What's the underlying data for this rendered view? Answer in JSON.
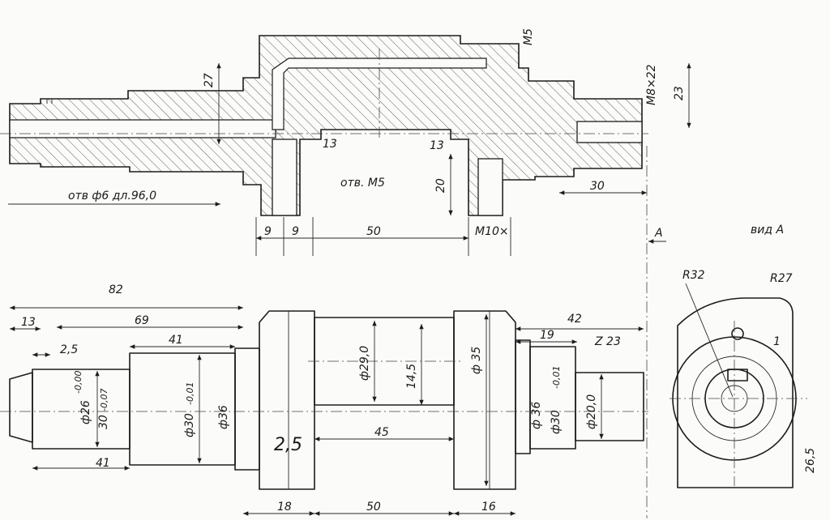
{
  "drawing": {
    "section_view": {
      "thread_right": "M8×22",
      "thread_top": "M5",
      "hole_axial": "отв ф6 дл.96,0",
      "hole_m5": "отв. M5",
      "thread_hole": "M10×",
      "dims": {
        "d27": "27",
        "d23": "23",
        "d13a": "13",
        "d13b": "13",
        "d20": "20",
        "d30": "30",
        "d9a": "9",
        "d9b": "9",
        "d50": "50"
      }
    },
    "section_marker": "A",
    "side_view": {
      "dims": {
        "d82": "82",
        "d69": "69",
        "d13": "13",
        "d2_5": "2,5",
        "d41a": "41",
        "d41b": "41",
        "d42": "42",
        "d19": "19",
        "z23": "Z 23",
        "dia26": "ф26",
        "tol26a": "-0,00",
        "tol26b": "-0,07",
        "dia26b": "30",
        "dia30": "ф30",
        "tol30": "-0,01",
        "dia36a": "ф36",
        "dia29": "ф29,0",
        "len14_5": "14,5",
        "dia35": "ф 35",
        "dia36b": "ф 36",
        "dia30b": "ф30",
        "tol30b": "-0,01",
        "dia20": "ф20,0",
        "web": "2,5",
        "d45": "45",
        "d18": "18",
        "d50": "50",
        "d16": "16"
      }
    },
    "view_a": {
      "title": "вид A",
      "r32": "R32",
      "r27": "R27",
      "d26_5": "26,5",
      "num": "1"
    }
  }
}
